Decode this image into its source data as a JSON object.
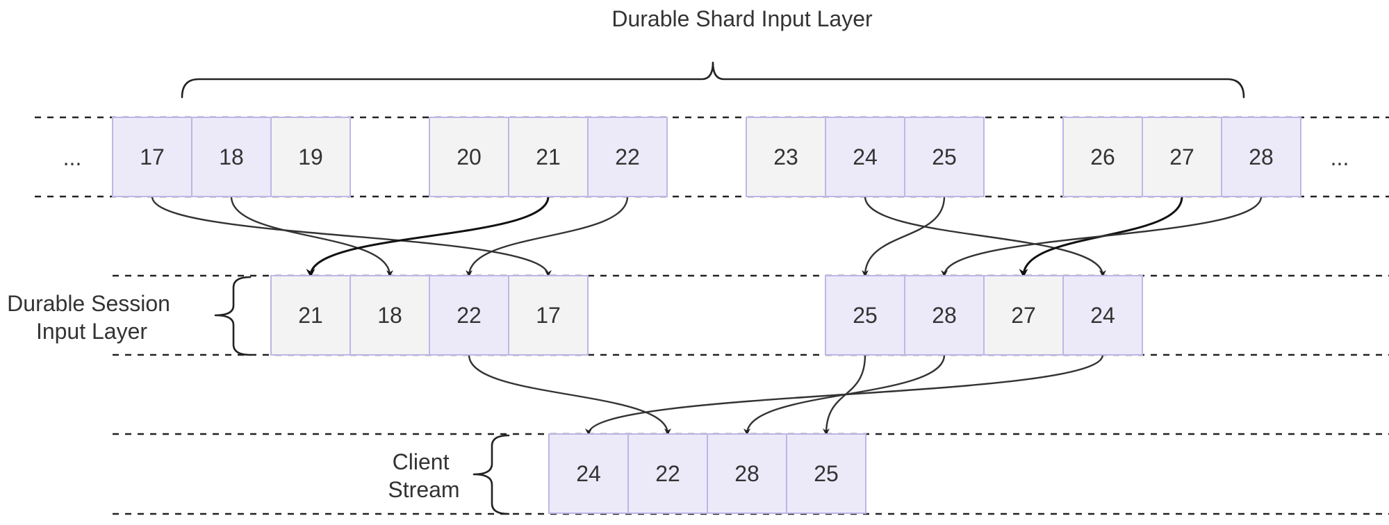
{
  "title": "Durable Shard Input Layer",
  "labels": {
    "session_layer": [
      "Durable Session",
      "Input Layer"
    ],
    "client_stream": [
      "Client",
      "Stream"
    ],
    "ellipsis_left": "...",
    "ellipsis_right": "..."
  },
  "colors": {
    "highlight_fill": "#eceaf9",
    "plain_fill": "#f3f3f3",
    "cell_stroke": "#bdb6e6",
    "line": "#333333"
  },
  "shard_cells": [
    {
      "value": "17",
      "highlighted": true
    },
    {
      "value": "18",
      "highlighted": true
    },
    {
      "value": "19",
      "highlighted": false
    },
    {
      "value": "20",
      "highlighted": false
    },
    {
      "value": "21",
      "highlighted": false
    },
    {
      "value": "22",
      "highlighted": true
    },
    {
      "value": "23",
      "highlighted": false
    },
    {
      "value": "24",
      "highlighted": true
    },
    {
      "value": "25",
      "highlighted": true
    },
    {
      "value": "26",
      "highlighted": false
    },
    {
      "value": "27",
      "highlighted": false
    },
    {
      "value": "28",
      "highlighted": true
    }
  ],
  "session_cells": [
    {
      "value": "21",
      "highlighted": false
    },
    {
      "value": "18",
      "highlighted": false
    },
    {
      "value": "22",
      "highlighted": true
    },
    {
      "value": "17",
      "highlighted": false
    },
    {
      "value": "25",
      "highlighted": true
    },
    {
      "value": "28",
      "highlighted": true
    },
    {
      "value": "27",
      "highlighted": false
    },
    {
      "value": "24",
      "highlighted": true
    }
  ],
  "client_cells": [
    {
      "value": "24",
      "highlighted": true
    },
    {
      "value": "22",
      "highlighted": true
    },
    {
      "value": "28",
      "highlighted": true
    },
    {
      "value": "25",
      "highlighted": true
    }
  ],
  "flows": [
    {
      "from": "shard:17",
      "to": "session:17"
    },
    {
      "from": "shard:18",
      "to": "session:18"
    },
    {
      "from": "shard:21",
      "to": "session:21"
    },
    {
      "from": "shard:22",
      "to": "session:22"
    },
    {
      "from": "shard:24",
      "to": "session:24"
    },
    {
      "from": "shard:25",
      "to": "session:25"
    },
    {
      "from": "shard:27",
      "to": "session:27"
    },
    {
      "from": "shard:28",
      "to": "session:28"
    },
    {
      "from": "session:22",
      "to": "client:22"
    },
    {
      "from": "session:25",
      "to": "client:25"
    },
    {
      "from": "session:28",
      "to": "client:28"
    },
    {
      "from": "session:24",
      "to": "client:24"
    }
  ]
}
